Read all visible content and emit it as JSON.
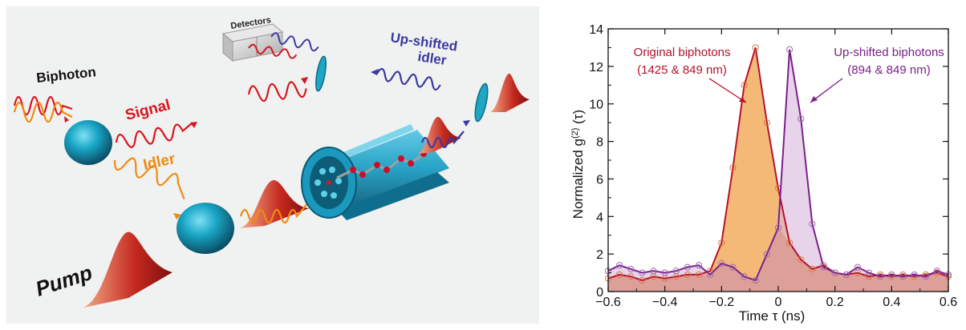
{
  "diagram": {
    "labels": {
      "biphoton": "Biphoton",
      "signal": "Signal",
      "idler": "Idler",
      "pump": "Pump",
      "detectors": "Detectors",
      "upshifted_line1": "Up-shifted",
      "upshifted_line2": "idler"
    },
    "colors": {
      "background": "#f0f1f1",
      "signal": "#d9141c",
      "idler": "#f08a0f",
      "upshifted": "#3a3aa0",
      "pump": "#b01d1d",
      "optics": "#1da7c4",
      "fiber": "#2aa9cf"
    }
  },
  "chart_data": {
    "type": "line",
    "xlabel": "Time τ (ns)",
    "ylabel": "Normalized g(2)(τ)",
    "ylabel_main": "Normalized g",
    "ylabel_sup": "(2)",
    "ylabel_tail": " (τ)",
    "xlim": [
      -0.6,
      0.6
    ],
    "ylim": [
      0,
      14
    ],
    "xticks": [
      -0.6,
      -0.4,
      -0.2,
      0,
      0.2,
      0.4,
      0.6
    ],
    "xtick_labels": [
      "−0.6",
      "−0.4",
      "−0.2",
      "0",
      "0.2",
      "0.4",
      "0.6"
    ],
    "yticks": [
      0,
      2,
      4,
      6,
      8,
      10,
      12,
      14
    ],
    "grid": false,
    "series": [
      {
        "name": "Original biphotons",
        "detail": "(1425 & 849 nm)",
        "color": "#b5122b",
        "fill": "#f0a24a",
        "x": [
          -0.6,
          -0.56,
          -0.52,
          -0.48,
          -0.44,
          -0.4,
          -0.36,
          -0.32,
          -0.28,
          -0.24,
          -0.2,
          -0.16,
          -0.12,
          -0.08,
          -0.04,
          0,
          0.04,
          0.08,
          0.12,
          0.16,
          0.2,
          0.24,
          0.28,
          0.32,
          0.36,
          0.4,
          0.44,
          0.48,
          0.52,
          0.56,
          0.6
        ],
        "y": [
          0.7,
          0.9,
          0.8,
          0.6,
          0.8,
          0.7,
          0.8,
          0.9,
          0.9,
          1.1,
          2.6,
          6.6,
          11.0,
          13.0,
          9.0,
          5.5,
          2.6,
          1.7,
          1.2,
          1.4,
          1.0,
          0.9,
          1.0,
          0.8,
          0.9,
          0.8,
          0.9,
          0.8,
          0.9,
          1.0,
          0.8
        ]
      },
      {
        "name": "Up-shifted biphotons",
        "detail": "(894 & 849 nm)",
        "color": "#7b1f8a",
        "fill": "#d7b8dc",
        "x": [
          -0.6,
          -0.56,
          -0.52,
          -0.48,
          -0.44,
          -0.4,
          -0.36,
          -0.32,
          -0.28,
          -0.24,
          -0.2,
          -0.16,
          -0.12,
          -0.08,
          -0.04,
          0,
          0.04,
          0.08,
          0.12,
          0.16,
          0.2,
          0.24,
          0.28,
          0.32,
          0.36,
          0.4,
          0.44,
          0.48,
          0.52,
          0.56,
          0.6
        ],
        "y": [
          1.1,
          1.4,
          1.2,
          1.0,
          1.1,
          1.0,
          1.1,
          1.3,
          1.4,
          0.9,
          1.5,
          1.3,
          0.8,
          0.6,
          2.0,
          3.4,
          12.9,
          9.2,
          3.6,
          1.3,
          1.0,
          0.9,
          1.3,
          1.0,
          0.8,
          0.9,
          0.8,
          0.9,
          0.8,
          1.1,
          0.9
        ]
      }
    ]
  }
}
